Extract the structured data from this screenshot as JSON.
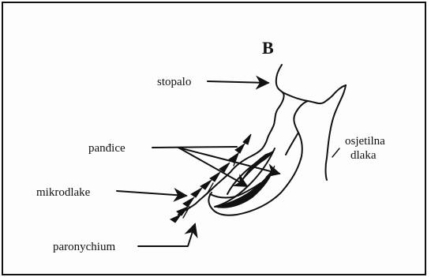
{
  "figure": {
    "panel_letter": "B",
    "labels": {
      "stopalo": "stopalo",
      "pandice": "panđice",
      "mikrodlake": "mikrodlake",
      "paronychium": "paronychium",
      "osjetilna": "osjetilna",
      "dlaka": "dlaka"
    }
  }
}
